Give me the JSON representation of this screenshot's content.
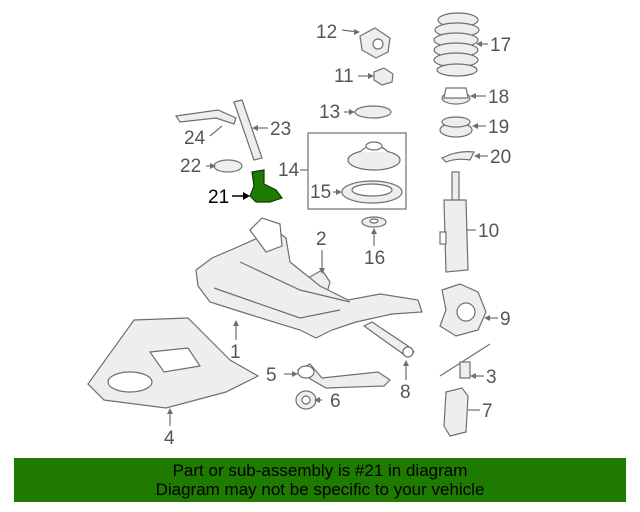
{
  "highlight_color": "#1f7a00",
  "callouts": {
    "c1": "1",
    "c2": "2",
    "c3": "3",
    "c4": "4",
    "c5": "5",
    "c6": "6",
    "c7": "7",
    "c8": "8",
    "c9": "9",
    "c10": "10",
    "c11": "11",
    "c12": "12",
    "c13": "13",
    "c14": "14",
    "c15": "15",
    "c16": "16",
    "c17": "17",
    "c18": "18",
    "c19": "19",
    "c20": "20",
    "c21": "21",
    "c22": "22",
    "c23": "23",
    "c24": "24"
  },
  "footer": {
    "line1": "Part or sub-assembly is #21 in diagram",
    "line2": "Diagram may not be specific to your vehicle"
  }
}
